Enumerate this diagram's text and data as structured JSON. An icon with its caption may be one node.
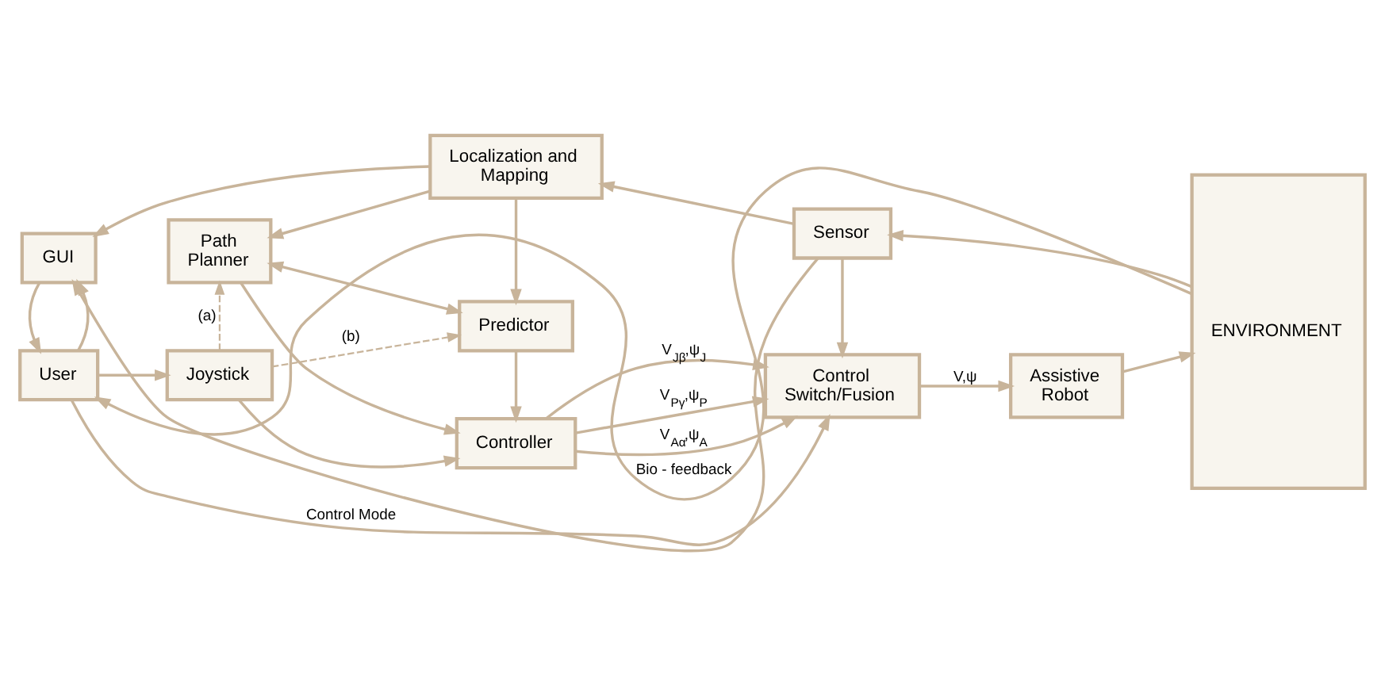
{
  "diagram": {
    "nodes": [
      {
        "text": [
          "User"
        ]
      },
      {
        "text": [
          "Joystick"
        ]
      },
      {
        "text": [
          "GUI"
        ]
      },
      {
        "text": [
          "Path Planner"
        ]
      },
      {
        "text": [
          "Controller"
        ]
      },
      {
        "text": [
          "Predictor"
        ]
      },
      {
        "text": [
          "Control Switch/Fusion"
        ]
      },
      {
        "text": [
          "Assistive Robot"
        ]
      },
      {
        "text": [
          "ENVIRONMENT"
        ]
      },
      {
        "text": [
          "Localization and Mapping"
        ]
      },
      {
        "text": [
          "Sensor"
        ]
      }
    ],
    "edges": [
      {
        "from": 8,
        "to": 0,
        "arrow": "to",
        "label": "Bio - feedback"
      },
      {
        "from": 0,
        "to": 6,
        "arrow": "to",
        "label": "Control Mode"
      },
      {
        "from": 0,
        "to": 1,
        "arrow": "to"
      },
      {
        "from": 0,
        "to": 2,
        "arrow": "to"
      },
      {
        "from": 2,
        "to": 0,
        "arrow": "to"
      },
      {
        "from": 1,
        "to": 4,
        "arrow": "to"
      },
      {
        "from": 1,
        "to": 3,
        "arrow": "to",
        "label": "(a)",
        "style": "dashed"
      },
      {
        "from": 1,
        "to": 5,
        "arrow": "to",
        "label": "(b)",
        "style": "dashed"
      },
      {
        "from": 3,
        "to": 4,
        "arrow": "to"
      },
      {
        "from": 5,
        "to": 4,
        "arrow": "to"
      },
      {
        "from": 4,
        "to": 6,
        "arrow": "to",
        "label": "V$_{Aα}$,ψ$_{A}$"
      },
      {
        "from": 4,
        "to": 6,
        "arrow": "to",
        "label": "V$_{Jβ}$,ψ$_{J}$"
      },
      {
        "from": 4,
        "to": 6,
        "arrow": "to",
        "label": "V$_{Pγ}$,ψ$_{P}$"
      },
      {
        "from": 6,
        "to": 7,
        "arrow": "to",
        "label": "V,ψ"
      },
      {
        "from": 7,
        "to": 8,
        "arrow": "to"
      },
      {
        "from": 8,
        "to": 10,
        "arrow": "to"
      },
      {
        "from": 10,
        "to": 9,
        "arrow": "to"
      },
      {
        "from": 10,
        "to": 6,
        "arrow": "to"
      },
      {
        "from": 9,
        "to": 5,
        "arrow": "to"
      },
      {
        "from": 9,
        "to": 3,
        "arrow": "to"
      },
      {
        "from": 9,
        "to": 2,
        "arrow": "to"
      },
      {
        "from": 10,
        "to": 2,
        "arrow": "to"
      },
      {
        "from": 3,
        "to": 5,
        "arrow": "both"
      }
    ]
  }
}
